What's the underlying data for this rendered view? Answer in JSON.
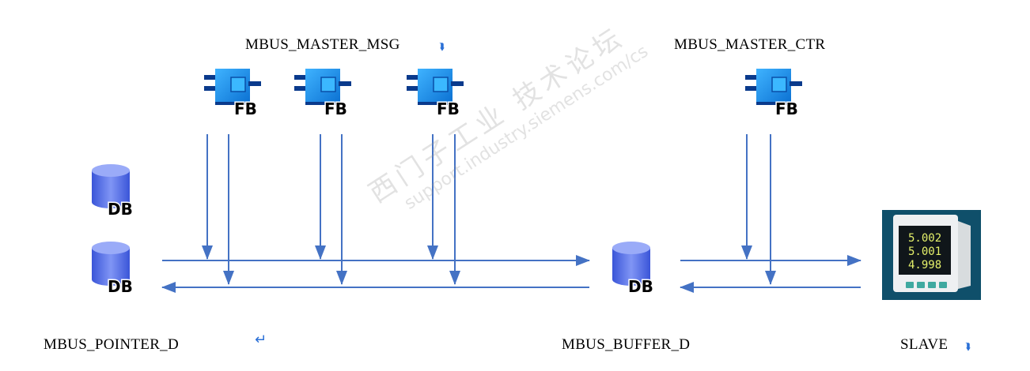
{
  "labels": {
    "master_msg": "MBUS_MASTER_MSG",
    "master_ctr": "MBUS_MASTER_CTR",
    "pointer_db": "MBUS_POINTER_D",
    "buffer_db": "MBUS_BUFFER_D",
    "slave": "SLAVE"
  },
  "icons": {
    "fb_text": "FB",
    "db_text": "DB"
  },
  "meter": {
    "readings": [
      "5.002",
      "5.001",
      "4.998"
    ]
  },
  "watermark": {
    "cn": "西门子工业 技术论坛",
    "url": "support.industry.siemens.com/cs"
  },
  "colors": {
    "line": "#4472c4",
    "fb_blue": "#1e8ee8",
    "db_blue": "#6f86f0"
  }
}
